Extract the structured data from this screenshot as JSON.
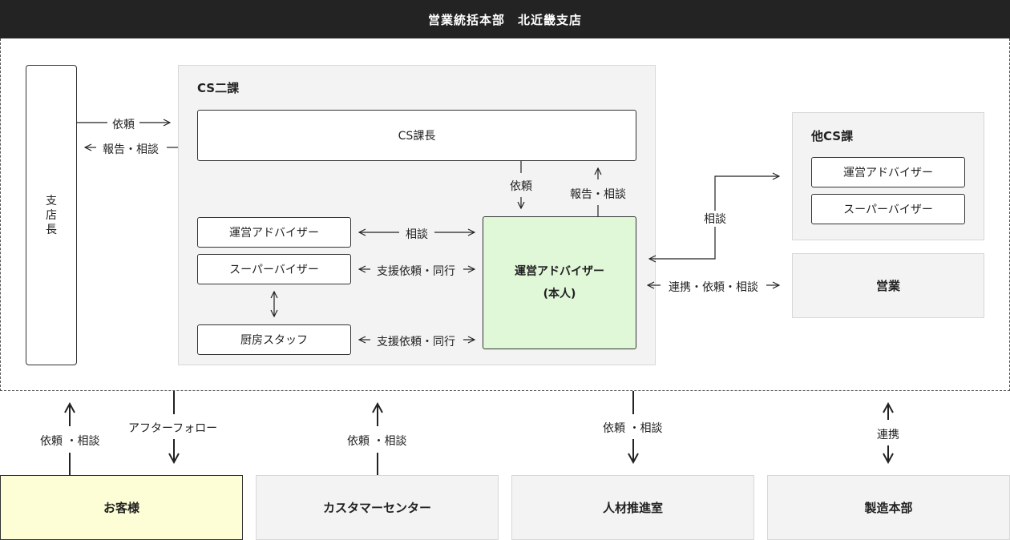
{
  "header": {
    "title": "営業統括本部　北近畿支店"
  },
  "branch_manager": {
    "label": "支\n店\n長"
  },
  "cs2": {
    "title": "CS二課",
    "cs_manager": "CS課長",
    "ops_advisor": "運営アドバイザー",
    "supervisor": "スーパーバイザー",
    "kitchen_staff": "厨房スタッフ",
    "self_line1": "運営アドバイザー",
    "self_line2": "(本人)"
  },
  "other_cs": {
    "title": "他CS課",
    "ops_advisor": "運営アドバイザー",
    "supervisor": "スーパーバイザー"
  },
  "sales": {
    "label": "営業"
  },
  "arrows": {
    "request": "依頼",
    "report_consult": "報告・相談",
    "request2": "依頼",
    "report_consult2": "報告・相談",
    "consult": "相談",
    "support_accompany": "支援依頼・同行",
    "support_accompany2": "支援依頼・同行",
    "consult_other": "相談",
    "coop_request_consult": "連携・依頼・相談"
  },
  "bottom": {
    "customer": "お客様",
    "customer_center": "カスタマーセンター",
    "hr": "人材推進室",
    "manufacturing": "製造本部",
    "customer_up": "依頼 ・相談",
    "customer_down": "アフターフォロー",
    "center_up": "依頼 ・相談",
    "hr_down": "依頼 ・相談",
    "mfg_both": "連携"
  },
  "colors": {
    "header_bg": "#232323",
    "self_box": "#e0f7d8",
    "customer_box": "#fdfdd6",
    "panel": "#f3f3f3"
  }
}
